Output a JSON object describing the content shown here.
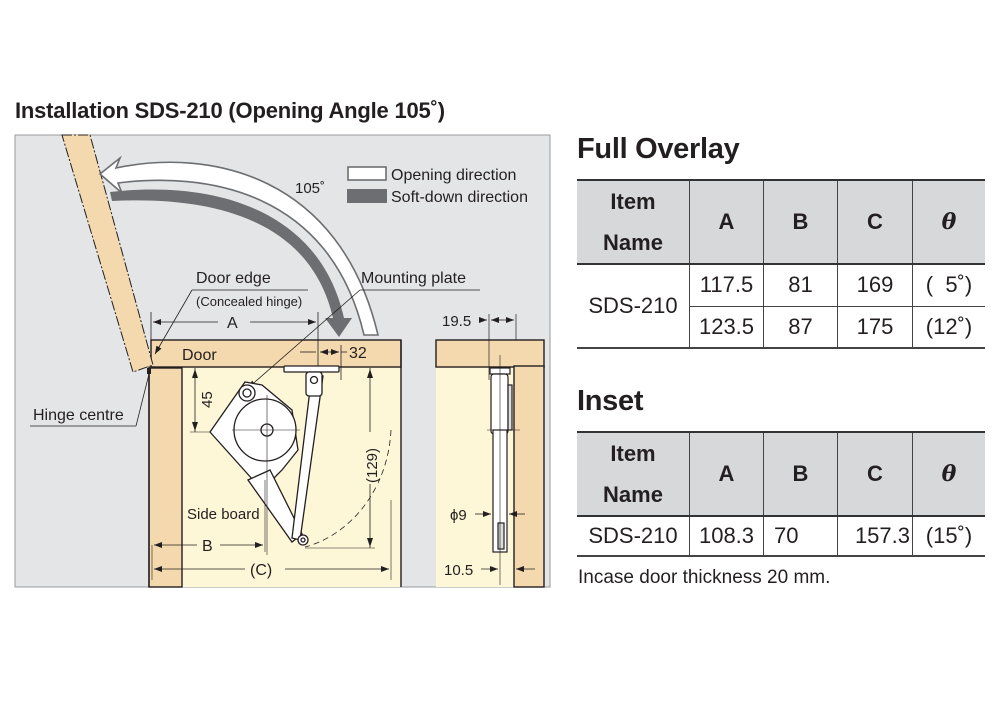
{
  "title": "Installation SDS-210 (Opening Angle 105˚)",
  "diagram": {
    "angle_label": "105˚",
    "legend": [
      {
        "label": "Opening direction",
        "style": "outline"
      },
      {
        "label": "Soft-down direction",
        "style": "filled"
      }
    ],
    "labels": {
      "door_edge": "Door edge",
      "concealed_hinge": "(Concealed hinge)",
      "mounting_plate": "Mounting plate",
      "door": "Door",
      "hinge_centre": "Hinge centre",
      "side_board": "Side board"
    },
    "dimensions": {
      "a": "A",
      "b": "B",
      "c": "(C)",
      "d32": "32",
      "d45": "45",
      "d129": "(129)",
      "d19_5": "19.5",
      "phi9": "ϕ9",
      "d10_5": "10.5"
    },
    "colors": {
      "panel_bg": "#e4e5e7",
      "wood": "#f4d9ae",
      "cabinet_interior": "#fdf6d7",
      "soft_down_arrow": "#6d6e71",
      "line": "#231f20"
    }
  },
  "full_overlay": {
    "title": "Full Overlay",
    "headers": {
      "item_line1": "Item",
      "item_line2": "Name",
      "a": "A",
      "b": "B",
      "c": "C",
      "theta": "θ"
    },
    "item_name": "SDS-210",
    "rows": [
      {
        "a": "117.5",
        "b": "81",
        "c": "169",
        "theta": "(  5˚)"
      },
      {
        "a": "123.5",
        "b": "87",
        "c": "175",
        "theta": "(12˚)"
      }
    ]
  },
  "inset": {
    "title": "Inset",
    "headers": {
      "item_line1": "Item",
      "item_line2": "Name",
      "a": "A",
      "b": "B",
      "c": "C",
      "theta": "θ"
    },
    "rows": [
      {
        "item": "SDS-210",
        "a": "108.3",
        "b": "70",
        "c": "157.3",
        "theta": "(15˚)"
      }
    ],
    "note": "Incase door thickness 20 mm."
  }
}
